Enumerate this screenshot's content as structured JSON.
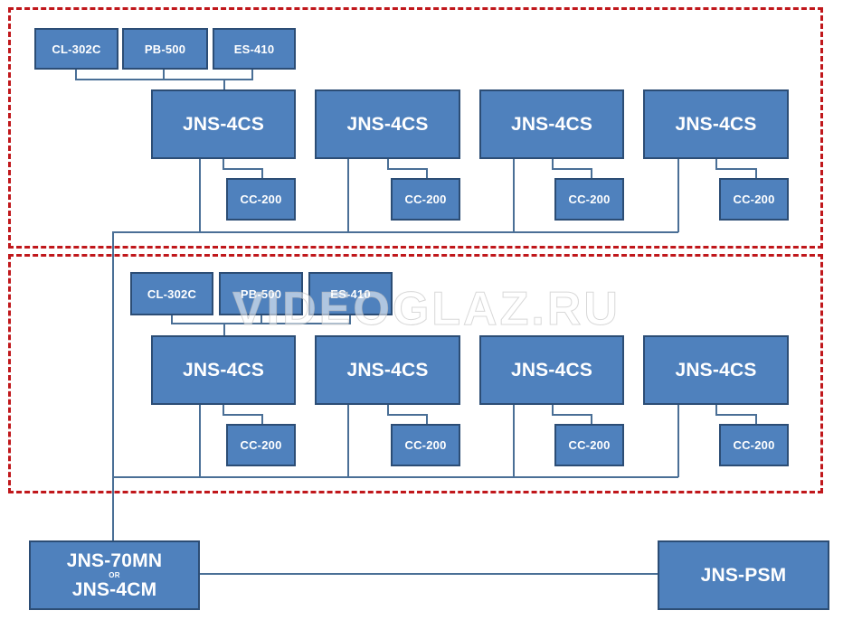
{
  "watermark": "VIDEOGLAZ.RU",
  "groups": [
    {
      "accessories": [
        "CL-302C",
        "PB-500",
        "ES-410"
      ],
      "stations": [
        {
          "label": "JNS-4CS",
          "cc": "CC-200"
        },
        {
          "label": "JNS-4CS",
          "cc": "CC-200"
        },
        {
          "label": "JNS-4CS",
          "cc": "CC-200"
        },
        {
          "label": "JNS-4CS",
          "cc": "CC-200"
        }
      ]
    },
    {
      "accessories": [
        "CL-302C",
        "PB-500",
        "ES-410"
      ],
      "stations": [
        {
          "label": "JNS-4CS",
          "cc": "CC-200"
        },
        {
          "label": "JNS-4CS",
          "cc": "CC-200"
        },
        {
          "label": "JNS-4CS",
          "cc": "CC-200"
        },
        {
          "label": "JNS-4CS",
          "cc": "CC-200"
        }
      ]
    }
  ],
  "master": {
    "line1": "JNS-70MN",
    "line2": "OR",
    "line3": "JNS-4CM"
  },
  "psm": "JNS-PSM",
  "colors": {
    "box_fill": "#4f81bd",
    "box_border": "#2c4d75",
    "line": "#4a6f96",
    "group_border": "#c0171b"
  }
}
